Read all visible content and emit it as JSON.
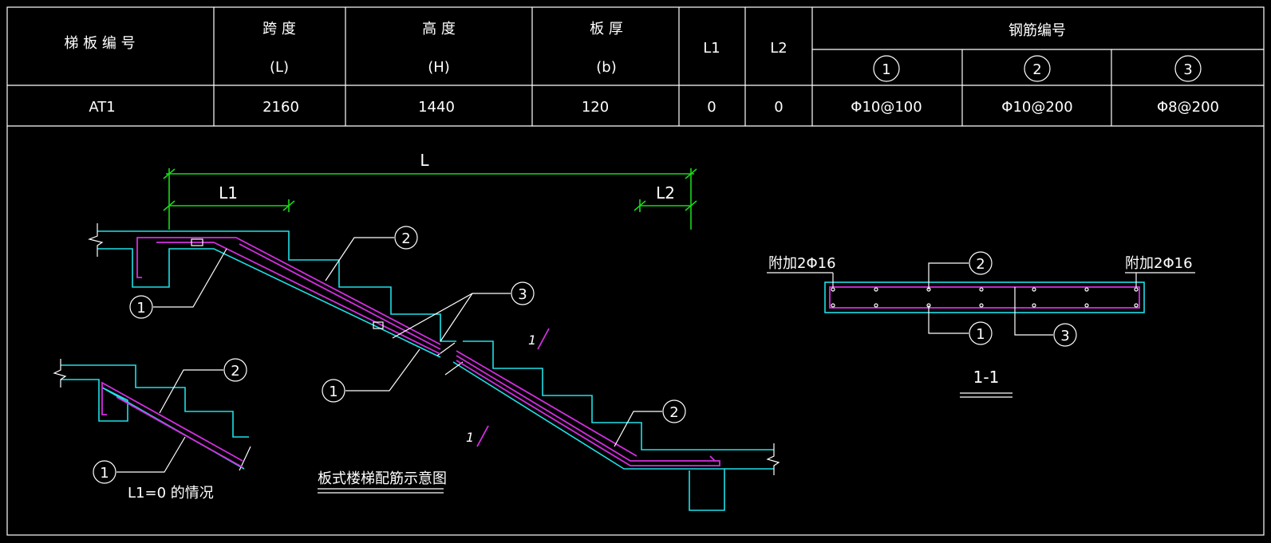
{
  "colors": {
    "background": "#000000",
    "line": "#ffffff",
    "concrete": "#1fe0e8",
    "rebar": "#d42ee0",
    "dimension": "#19d919"
  },
  "table": {
    "headers": {
      "slab_id": "梯 板 编 号",
      "span": "跨 度",
      "span_unit": "(L)",
      "height": "高 度",
      "height_unit": "(H)",
      "thickness": "板 厚",
      "thickness_unit": "(b)",
      "l1": "L1",
      "l2": "L2",
      "rebar_group": "钢筋编号",
      "rebar_1": "1",
      "rebar_2": "2",
      "rebar_3": "3"
    },
    "row": {
      "slab_id": "AT1",
      "span": "2160",
      "height": "1440",
      "thickness": "120",
      "l1": "0",
      "l2": "0",
      "rebar_1": "Φ10@100",
      "rebar_2": "Φ10@200",
      "rebar_3": "Φ8@200"
    }
  },
  "main_diagram": {
    "dim_L": "L",
    "dim_L1": "L1",
    "dim_L2": "L2",
    "callout_1": "1",
    "callout_2": "2",
    "callout_3": "3",
    "callout_1b": "1",
    "callout_2b": "2",
    "section_mark_a": "1",
    "section_mark_b": "1",
    "title": "板式楼梯配筋示意图"
  },
  "small_diagram": {
    "callout_2": "2",
    "callout_1": "1",
    "caption": "L1=0 的情况"
  },
  "section": {
    "note_left": "附加2Φ16",
    "note_right": "附加2Φ16",
    "callout_2": "2",
    "callout_1": "1",
    "callout_3": "3",
    "title": "1-1"
  }
}
